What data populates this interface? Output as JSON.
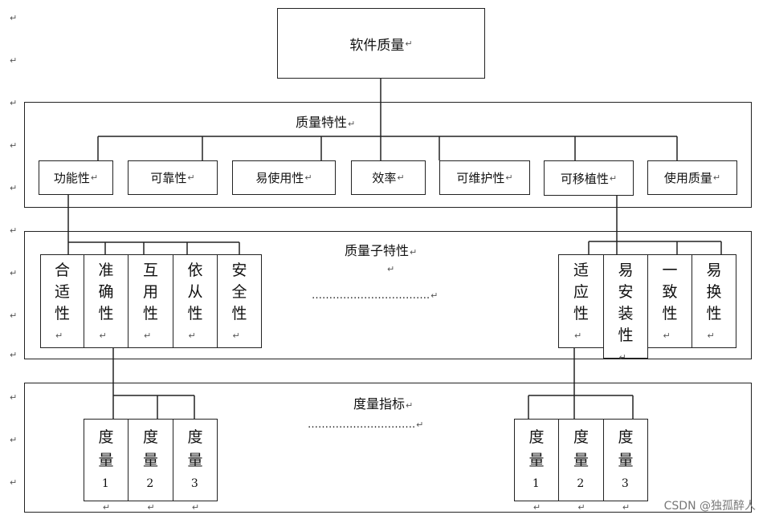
{
  "root": {
    "label": "软件质量"
  },
  "characteristics": {
    "panel_title": "质量特性",
    "items": [
      "功能性",
      "可靠性",
      "易使用性",
      "效率",
      "可维护性",
      "可移植性",
      "使用质量"
    ]
  },
  "subcharacteristics": {
    "panel_title": "质量子特性",
    "left_items": [
      "合适性",
      "准确性",
      "互用性",
      "依从性",
      "安全性"
    ],
    "right_items": [
      "适应性",
      "易安装性",
      "一致性",
      "易换性"
    ],
    "ellipsis": "……………………………."
  },
  "metrics": {
    "panel_title": "度量指标",
    "left_items": [
      {
        "label": "度量",
        "number": "1"
      },
      {
        "label": "度量",
        "number": "2"
      },
      {
        "label": "度量",
        "number": "3"
      }
    ],
    "right_items": [
      {
        "label": "度量",
        "number": "1"
      },
      {
        "label": "度量",
        "number": "2"
      },
      {
        "label": "度量",
        "number": "3"
      }
    ],
    "ellipsis": "…………………………."
  },
  "paragraph_mark": "↵",
  "watermark": "CSDN @独孤醉人"
}
